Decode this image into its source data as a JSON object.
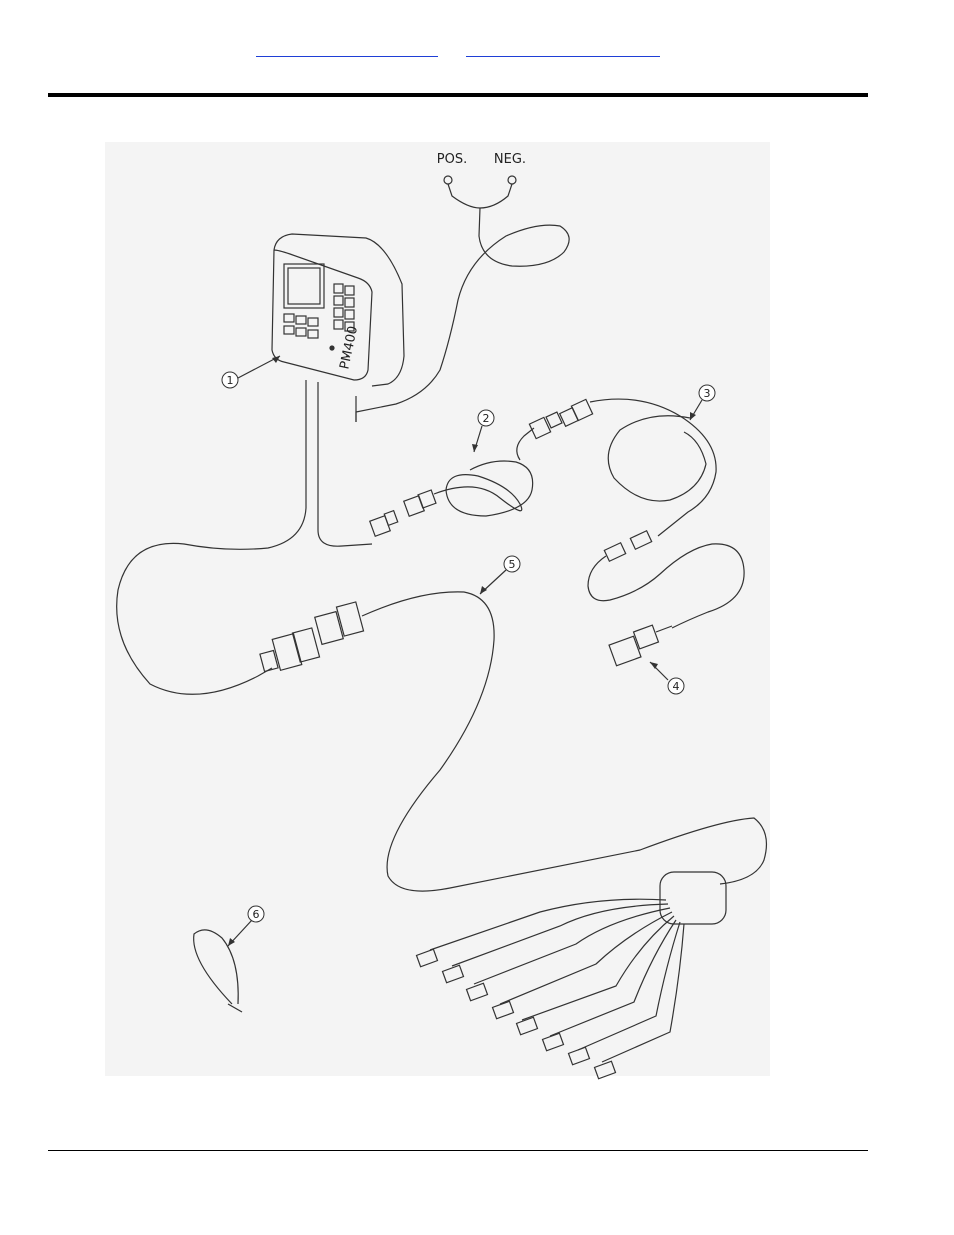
{
  "header": {
    "links": [
      {
        "label": ""
      },
      {
        "label": ""
      }
    ]
  },
  "diagram": {
    "power_labels": {
      "positive": "POS.",
      "negative": "NEG."
    },
    "monitor_label": "PM400",
    "callouts": [
      "1",
      "2",
      "3",
      "4",
      "5",
      "6"
    ]
  }
}
